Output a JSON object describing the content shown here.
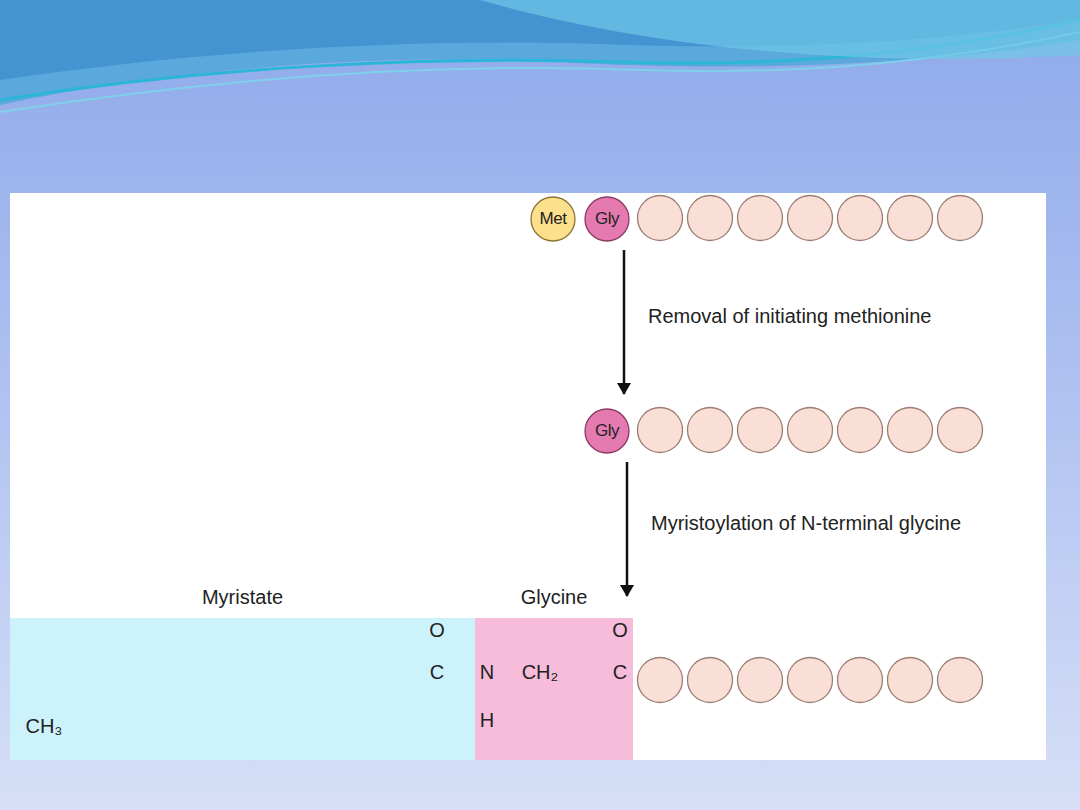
{
  "diagram": {
    "nodes": [
      {
        "text": [
          "Met"
        ]
      },
      {
        "text": [
          "Gly"
        ]
      },
      {
        "text": [
          "Gly"
        ]
      },
      {
        "text": [
          "Myristate"
        ]
      },
      {
        "text": [
          "Glycine"
        ]
      }
    ],
    "edges": [
      {
        "from": 1,
        "to": 2,
        "arrow": "to",
        "label": "Removal of initiating methionine"
      },
      {
        "from": 2,
        "to": 4,
        "arrow": "to",
        "label": "Myristoylation of N-terminal glycine"
      }
    ],
    "labels": [
      "O",
      "C",
      "N",
      "CH₂",
      "C",
      "O",
      "H",
      "CH₃"
    ]
  }
}
